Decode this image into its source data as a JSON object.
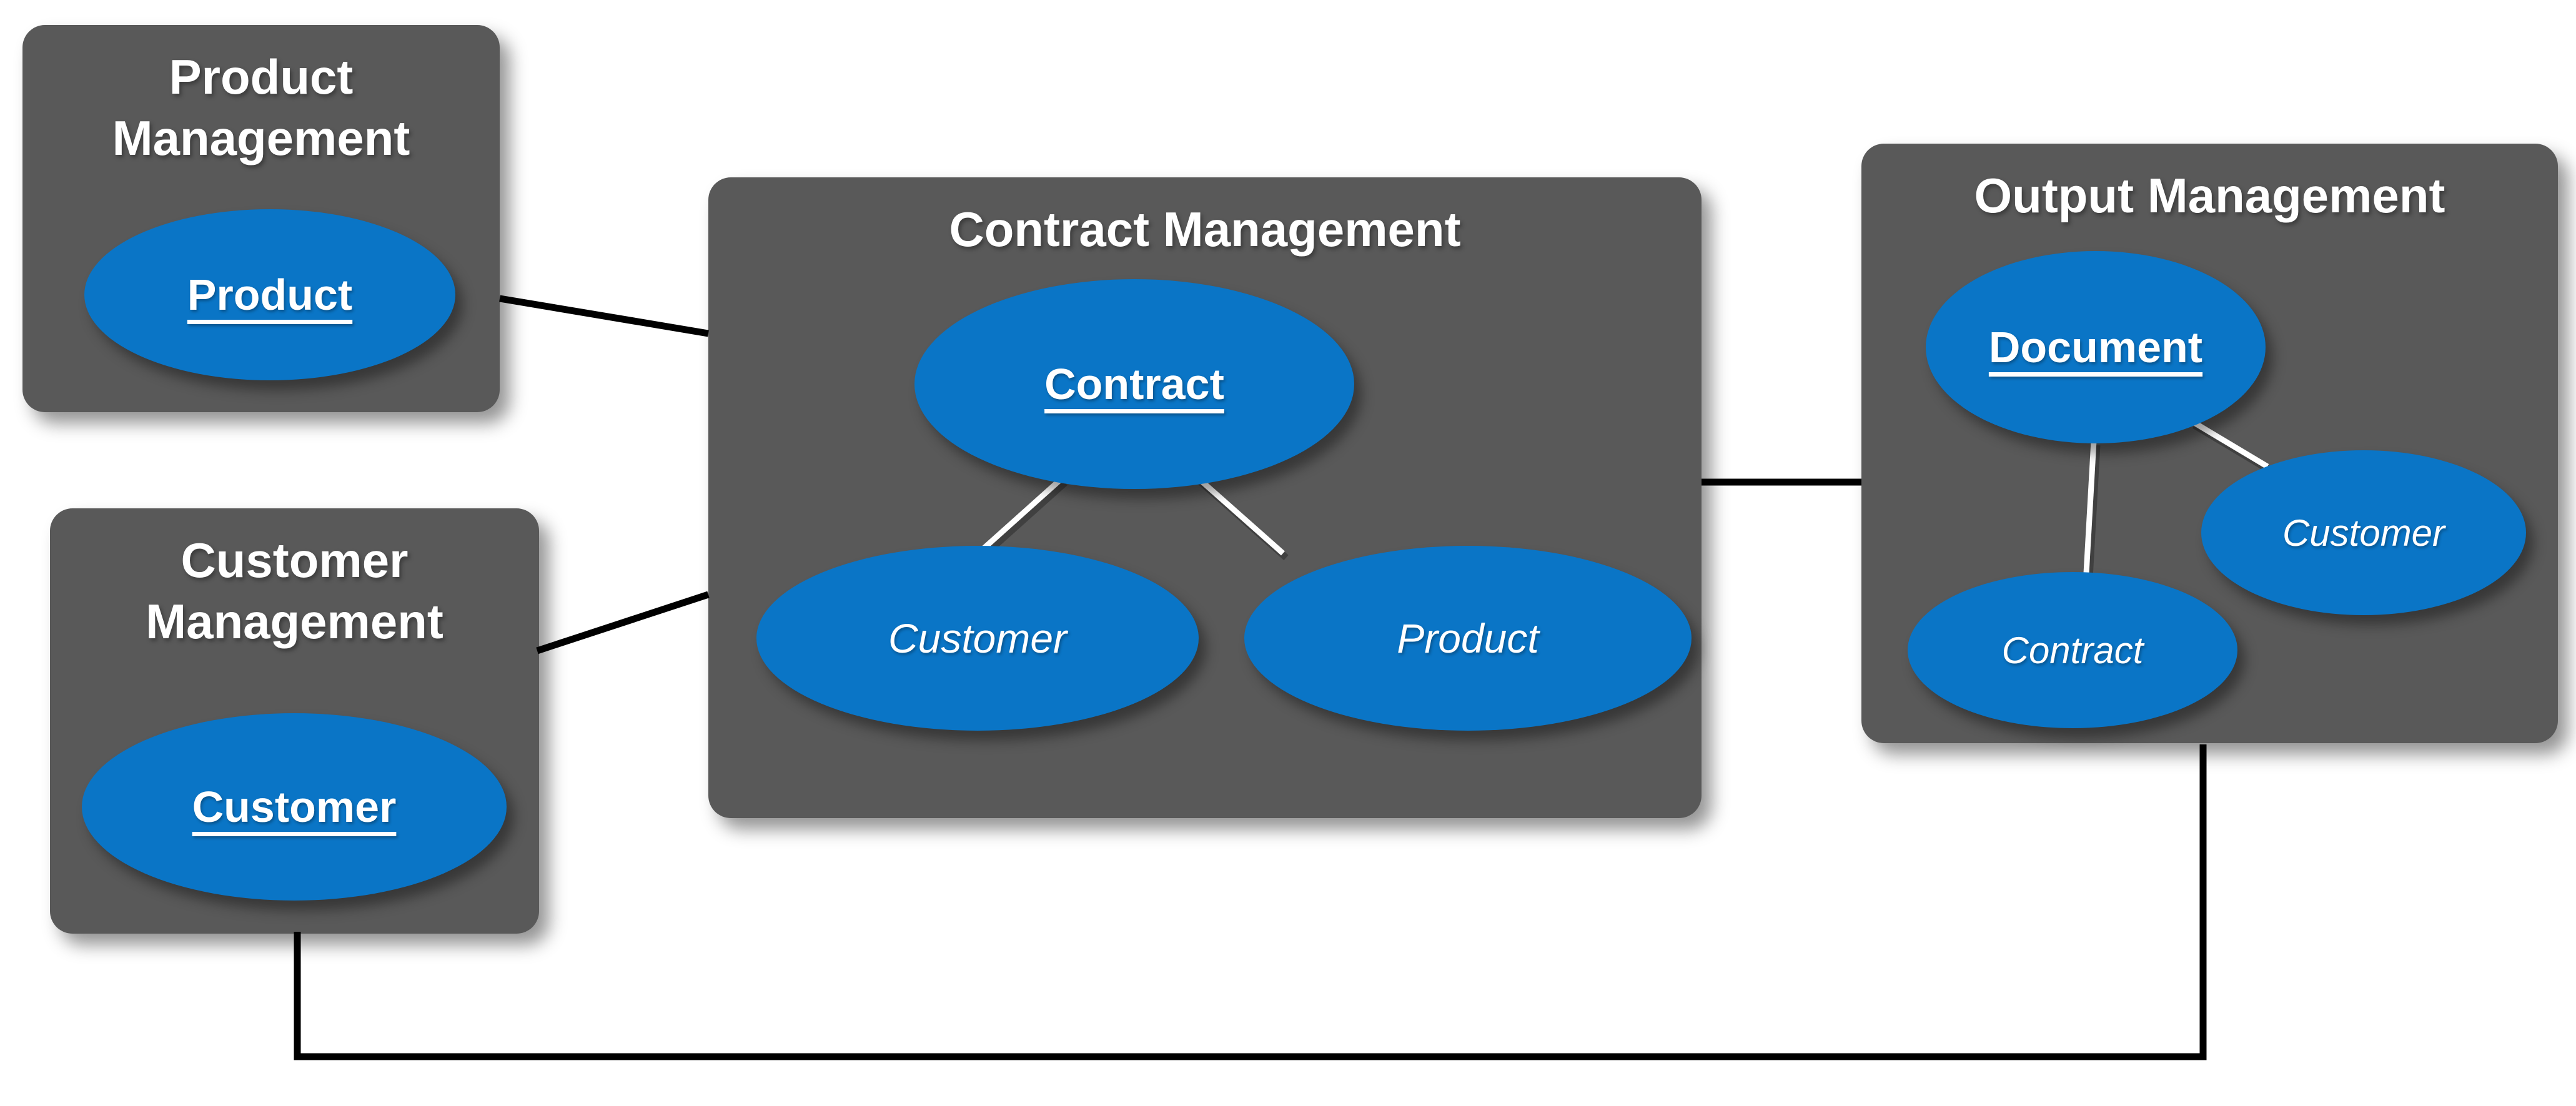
{
  "diagram": {
    "background": "#ffffff",
    "colors": {
      "context_box_fill": "#595959",
      "entity_fill": "#0A75C6",
      "label_text": "#ffffff",
      "inter_context_connector": "#000000",
      "intra_context_relation": "#ffffff"
    },
    "contexts": [
      {
        "title": "Product Management",
        "entities": [
          {
            "label": "Product",
            "role": "aggregate-root"
          }
        ]
      },
      {
        "title": "Customer Management",
        "entities": [
          {
            "label": "Customer",
            "role": "aggregate-root"
          }
        ]
      },
      {
        "title": "Contract Management",
        "entities": [
          {
            "label": "Contract",
            "role": "aggregate-root"
          },
          {
            "label": "Customer",
            "role": "reference"
          },
          {
            "label": "Product",
            "role": "reference"
          }
        ]
      },
      {
        "title": "Output Management",
        "entities": [
          {
            "label": "Document",
            "role": "aggregate-root"
          },
          {
            "label": "Customer",
            "role": "reference"
          },
          {
            "label": "Contract",
            "role": "reference"
          }
        ]
      }
    ],
    "connections": {
      "between_contexts": [
        "Product Management - Contract Management",
        "Customer Management - Contract Management",
        "Contract Management - Output Management",
        "Customer Management - Output Management (routed along bottom)"
      ],
      "within_contexts": [
        "Contract - Customer (Contract Management)",
        "Contract - Product (Contract Management)",
        "Document - Contract (Output Management)",
        "Document - Customer (Output Management)"
      ]
    }
  }
}
